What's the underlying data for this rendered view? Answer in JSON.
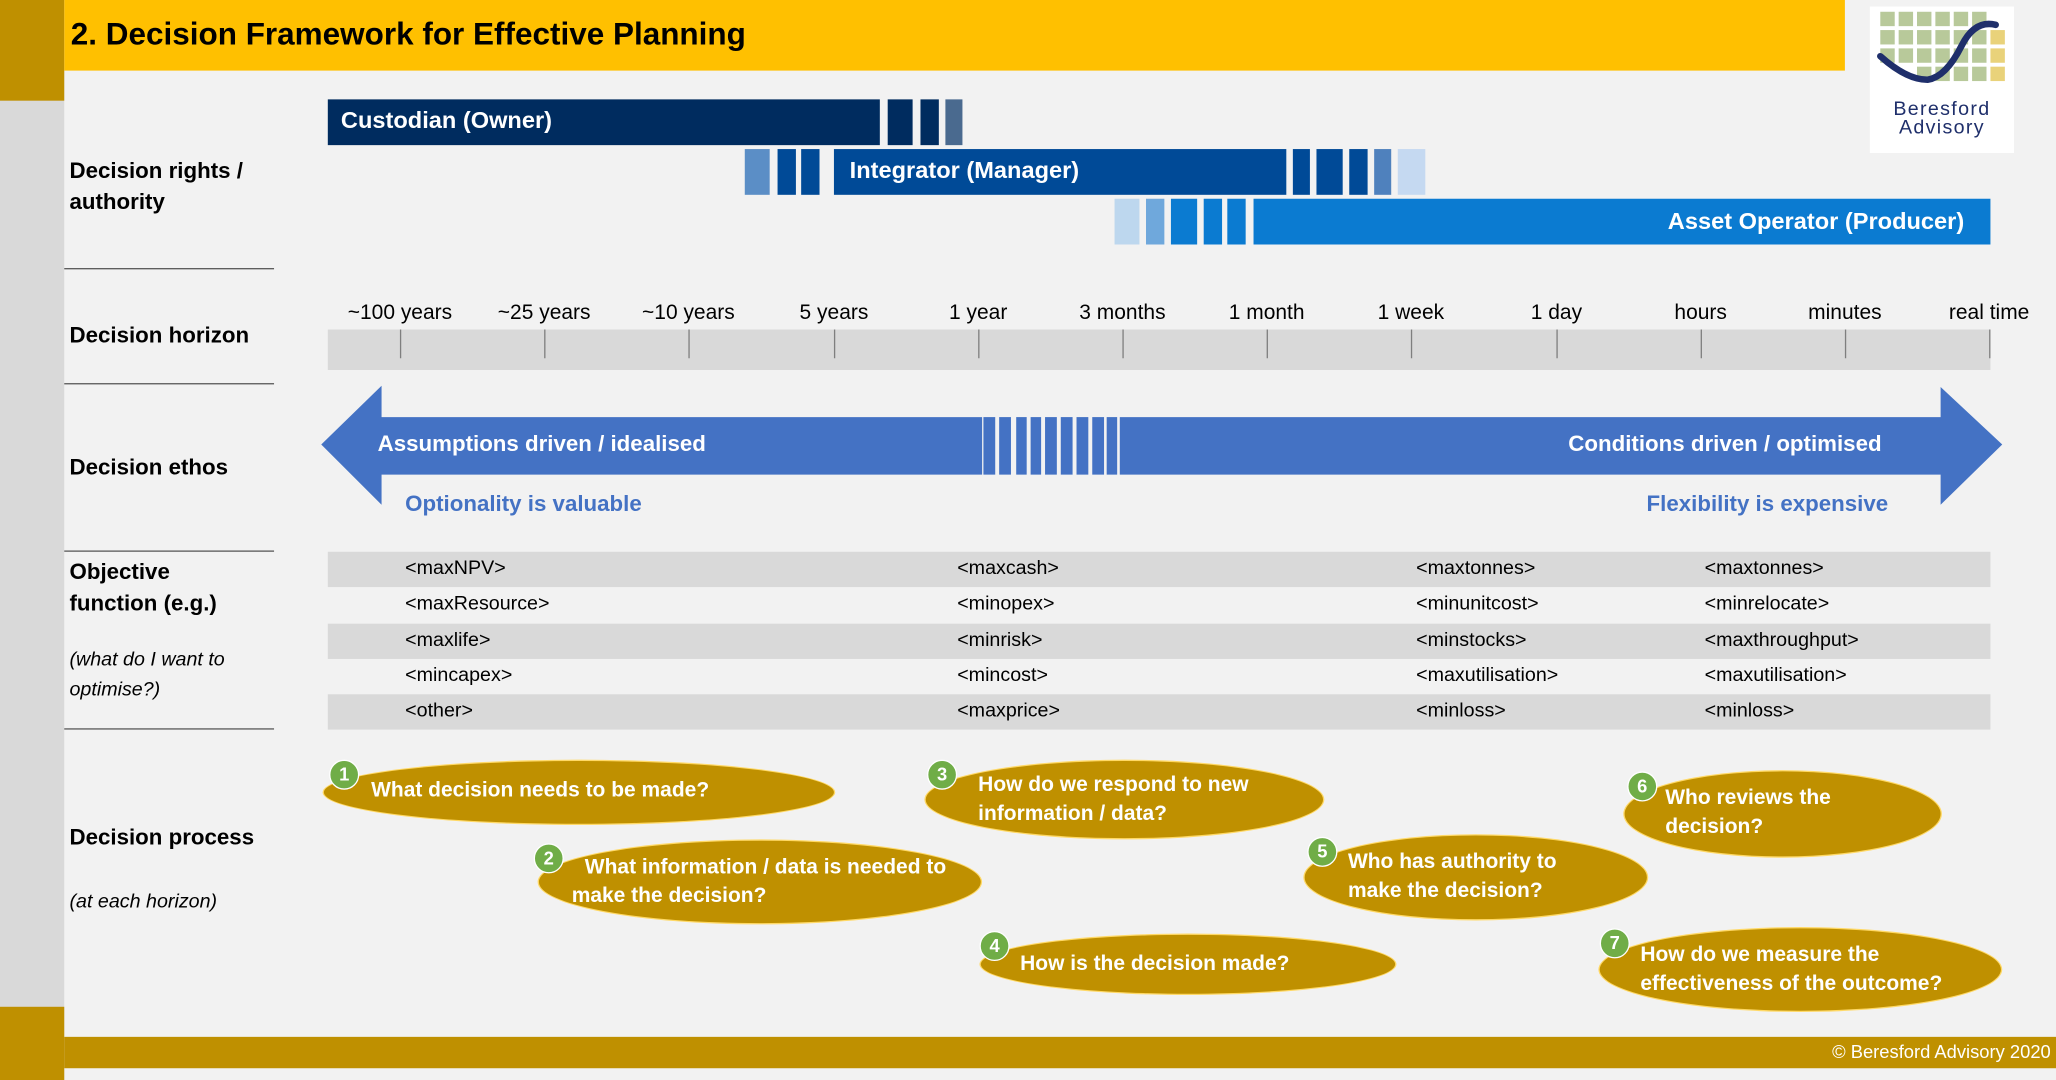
{
  "title": "2. Decision Framework for Effective Planning",
  "logo": {
    "line1": "Beresford",
    "line2": "Advisory"
  },
  "footer": "© Beresford Advisory 2020",
  "rows": {
    "rights": {
      "line1": "Decision rights /",
      "line2": "authority"
    },
    "horizon": {
      "label": "Decision horizon"
    },
    "ethos": {
      "label": "Decision ethos"
    },
    "objective": {
      "line1": "Objective",
      "line2": "function (e.g.)",
      "sub1": "(what do I want to",
      "sub2": "optimise?)"
    },
    "process": {
      "label": "Decision process",
      "sub": "(at each horizon)"
    }
  },
  "roles": {
    "custodian": "Custodian (Owner)",
    "integrator": "Integrator (Manager)",
    "operator": "Asset Operator (Producer)"
  },
  "horizons": [
    "~100 years",
    "~25 years",
    "~10 years",
    "5 years",
    "1 year",
    "3 months",
    "1 month",
    "1 week",
    "1 day",
    "hours",
    "minutes",
    "real time"
  ],
  "ethos": {
    "left": "Assumptions driven / idealised",
    "right": "Conditions driven / optimised",
    "left_sub": "Optionality is valuable",
    "right_sub": "Flexibility is expensive"
  },
  "objectives": [
    [
      "<maxNPV>",
      "<maxcash>",
      "<maxtonnes>",
      "<maxtonnes>"
    ],
    [
      "<maxResource>",
      "<minopex>",
      "<minunitcost>",
      "<minrelocate>"
    ],
    [
      "<maxlife>",
      "<minrisk>",
      "<minstocks>",
      "<maxthroughput>"
    ],
    [
      "<mincapex>",
      "<mincost>",
      "<maxutilisation>",
      "<maxutilisation>"
    ],
    [
      "<other>",
      "<maxprice>",
      "<minloss>",
      "<minloss>"
    ]
  ],
  "process": [
    {
      "num": "1",
      "line1": "What decision needs to be made?",
      "line2": ""
    },
    {
      "num": "2",
      "line1": "What information / data is needed to",
      "line2": "make the decision?"
    },
    {
      "num": "3",
      "line1": "How do we respond to new",
      "line2": "information / data?"
    },
    {
      "num": "4",
      "line1": "How is the decision made?",
      "line2": ""
    },
    {
      "num": "5",
      "line1": "Who has authority to",
      "line2": "make the decision?"
    },
    {
      "num": "6",
      "line1": "Who reviews the",
      "line2": "decision?"
    },
    {
      "num": "7",
      "line1": "How do we measure the",
      "line2": "effectiveness of the outcome?"
    }
  ],
  "colors": {
    "navy": "#002c5f",
    "mid_blue": "#004a97",
    "bright_blue": "#0b7bd1",
    "arrow_blue": "#4472c4",
    "gold": "#bf9000",
    "yellow": "#ffc000",
    "badge_green": "#70ad47"
  }
}
